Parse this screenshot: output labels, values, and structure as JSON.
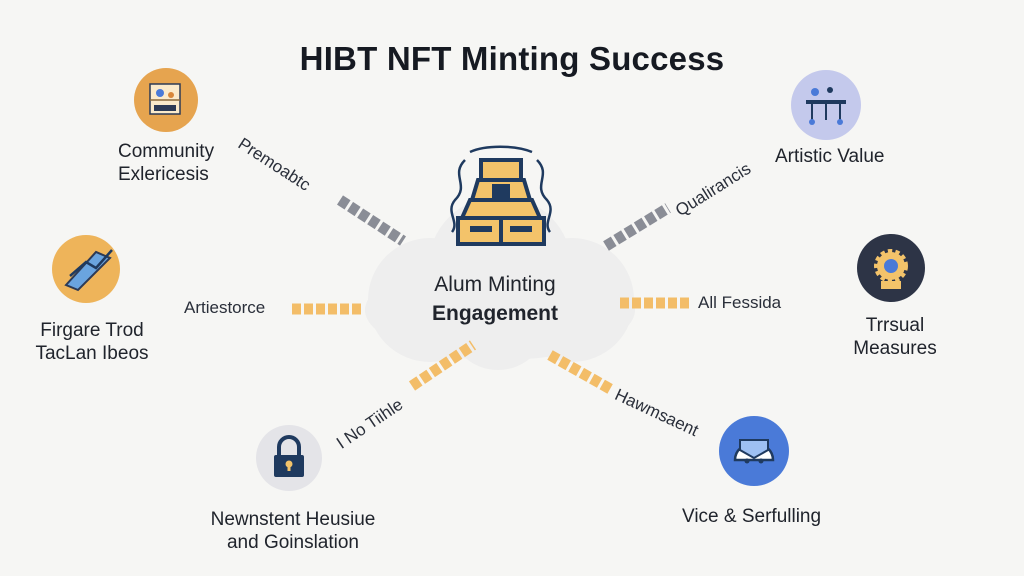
{
  "title": "HIBT NFT Minting Success",
  "center": {
    "line1": "Alum Minting",
    "line2": "Engagement"
  },
  "nodes": [
    {
      "id": "community",
      "lines": [
        "Community",
        "Exlericesis"
      ],
      "icon": "community-art-icon",
      "color": "#e6a44f"
    },
    {
      "id": "figare",
      "lines": [
        "Firgare Trod",
        "TacLan Ibeos"
      ],
      "icon": "chart-trend-icon",
      "color": "#eeb45a"
    },
    {
      "id": "newnstent",
      "lines": [
        "Newnstent Heusiue",
        "and Goinslation"
      ],
      "icon": "lock-icon",
      "color": "#e4e4e8"
    },
    {
      "id": "artistic",
      "lines": [
        "Artistic Value"
      ],
      "icon": "gallery-icon",
      "color": "#c4c9ec"
    },
    {
      "id": "trrsual",
      "lines": [
        "Trrsual",
        "Measures"
      ],
      "icon": "gear-badge-icon",
      "color": "#2d3446"
    },
    {
      "id": "vice",
      "lines": [
        "Vice & Serfulling"
      ],
      "icon": "shield-chat-icon",
      "color": "#4a7ad8"
    }
  ],
  "connectors": [
    {
      "id": "premoabtc",
      "label": "Premoabtc"
    },
    {
      "id": "artiestorce",
      "label": "Artiestorce"
    },
    {
      "id": "no-tiihle",
      "label": "I No Tiihle"
    },
    {
      "id": "qualirancis",
      "label": "Qualirancis"
    },
    {
      "id": "all-fessida",
      "label": "All Fessida"
    },
    {
      "id": "hawmsaent",
      "label": "Hawmsaent"
    }
  ],
  "colors": {
    "bar_gray": "#8a8d96",
    "bar_orange": "#f3bd68",
    "cloud": "#eeeeee",
    "navy": "#1f3a5f",
    "gold": "#f3c36a"
  }
}
